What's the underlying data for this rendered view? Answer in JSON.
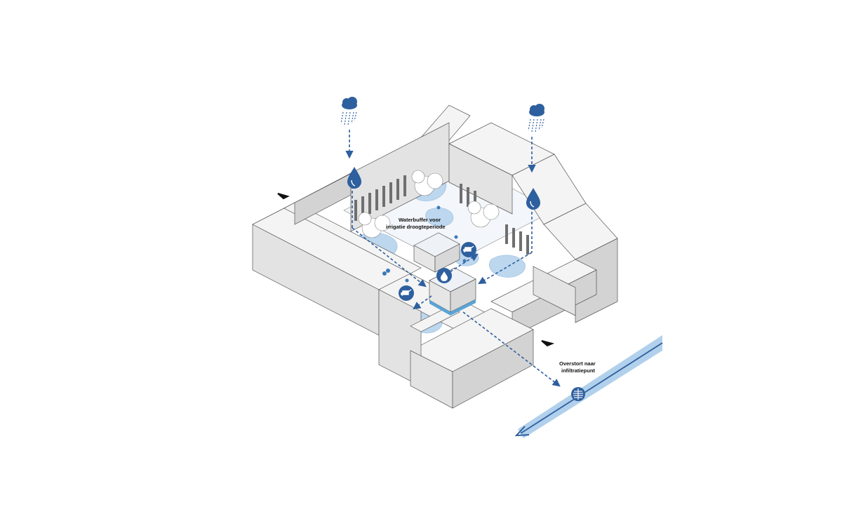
{
  "labels": {
    "water_buffer_line1": "Waterbuffer voor",
    "water_buffer_line2": "irrigatie droogteperiode",
    "overflow_line1": "Overstort naar",
    "overflow_line2": "infiltratiepunt"
  },
  "icons": [
    "rain-cloud-icon",
    "water-drop-icon",
    "watering-can-icon",
    "entrance-arrow-icon",
    "infiltration-point-icon"
  ],
  "colors": {
    "water": "#bcd7ee",
    "water_dark": "#2e5f9e",
    "building_roof": "#f4f4f4",
    "building_wall": "#dcdcdc",
    "canal": "#a9cbea"
  }
}
